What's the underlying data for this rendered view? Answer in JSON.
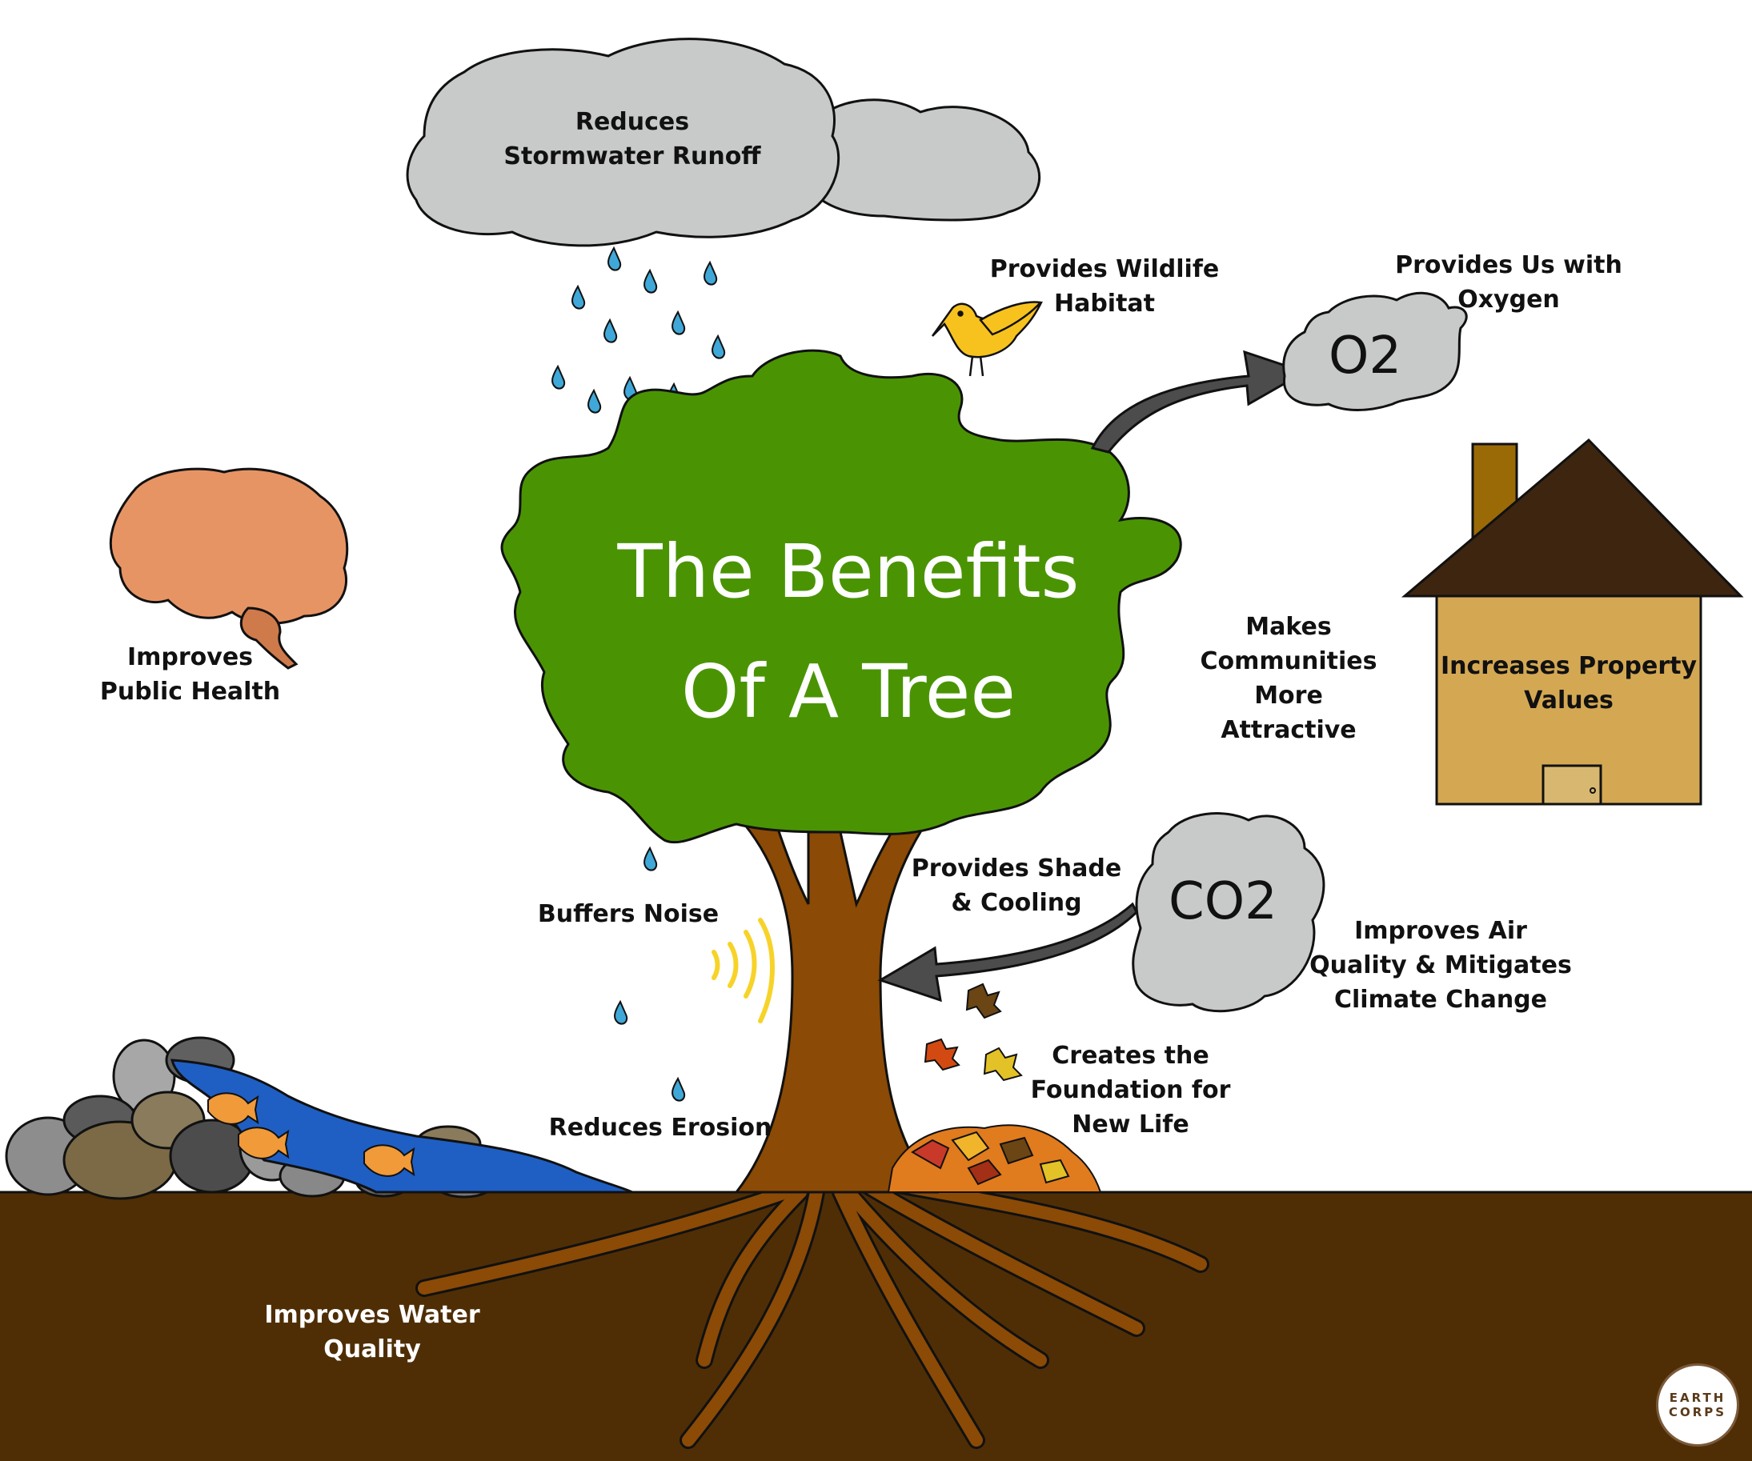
{
  "title": {
    "line1": "The Benefits",
    "line2": "Of A Tree"
  },
  "labels": {
    "stormwater": [
      "Reduces",
      "Stormwater Runoff"
    ],
    "wildlife": [
      "Provides Wildlife",
      "Habitat"
    ],
    "oxygen": [
      "Provides Us with",
      "Oxygen"
    ],
    "health": [
      "Improves",
      "Public Health"
    ],
    "attractive": [
      "Makes",
      "Communities",
      "More",
      "Attractive"
    ],
    "property": [
      "Increases Property",
      "Values"
    ],
    "shade": [
      "Provides Shade",
      "& Cooling"
    ],
    "noise": [
      "Buffers Noise"
    ],
    "air": [
      "Improves Air",
      "Quality & Mitigates",
      "Climate Change"
    ],
    "foundation": [
      "Creates the",
      "Foundation for",
      "New Life"
    ],
    "erosion": [
      "Reduces Erosion"
    ],
    "water": [
      "Improves Water",
      "Quality"
    ]
  },
  "gases": {
    "o2": "O2",
    "co2": "CO2"
  },
  "logo": [
    "EARTH",
    "CORPS"
  ],
  "colors": {
    "foliage": "#4a9404",
    "trunk": "#8b4a05",
    "soil": "#4f2e06",
    "cloud": "#c8caca",
    "house": "#d4a853",
    "roof": "#3d2510",
    "river": "#1f5fc4",
    "brain": "#e79465"
  }
}
